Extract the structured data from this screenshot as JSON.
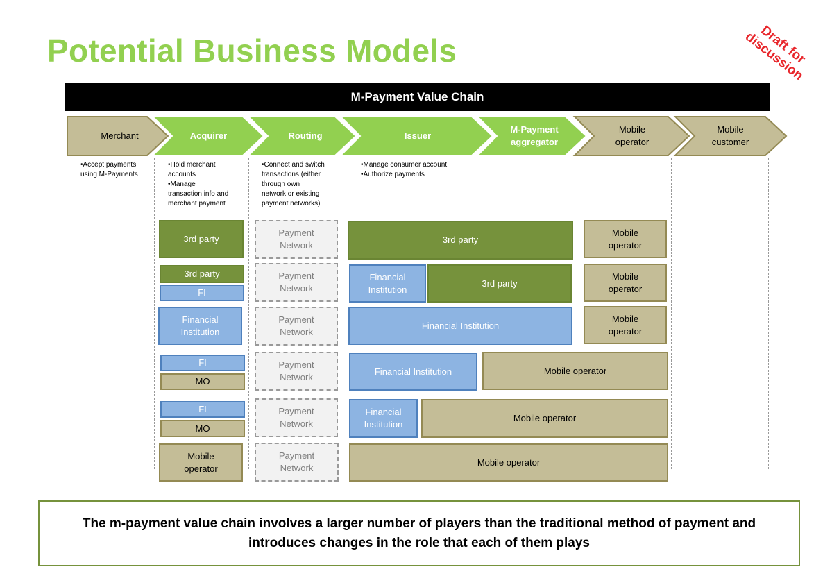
{
  "title": "Potential Business Models",
  "draft_stamp": [
    "Draft for",
    "discussion"
  ],
  "banner": "M-Payment Value Chain",
  "stages": [
    {
      "label": [
        "Merchant"
      ],
      "color": "#C4BD97",
      "text_color": "#000000"
    },
    {
      "label": [
        "Acquirer"
      ],
      "color": "#92D050",
      "text_color": "#ffffff"
    },
    {
      "label": [
        "Routing"
      ],
      "color": "#92D050",
      "text_color": "#ffffff"
    },
    {
      "label": [
        "Issuer"
      ],
      "color": "#92D050",
      "text_color": "#ffffff"
    },
    {
      "label": [
        "M-Payment",
        "aggregator"
      ],
      "color": "#92D050",
      "text_color": "#ffffff"
    },
    {
      "label": [
        "Mobile",
        "operator"
      ],
      "color": "#C4BD97",
      "text_color": "#000000"
    },
    {
      "label": [
        "Mobile",
        "customer"
      ],
      "color": "#C4BD97",
      "text_color": "#000000"
    }
  ],
  "descriptions": {
    "merchant": [
      "•Accept payments",
      "using M-Payments"
    ],
    "acquirer": [
      "•Hold merchant",
      "accounts",
      "•Manage",
      "transaction info and",
      "merchant payment"
    ],
    "routing": [
      "•Connect and switch",
      "transactions (either",
      "through own",
      "network or existing",
      "payment networks)"
    ],
    "issuer": [
      "•Manage consumer account",
      "•Authorize payments"
    ]
  },
  "labels": {
    "third_party": "3rd party",
    "payment_network": [
      "Payment",
      "Network"
    ],
    "financial_institution_2line": [
      "Financial",
      "Institution"
    ],
    "financial_institution": "Financial Institution",
    "fi": "FI",
    "mo": "MO",
    "mobile_operator_2line": [
      "Mobile",
      "operator"
    ],
    "mobile_operator": "Mobile operator"
  },
  "conclusion": "The m-payment value chain involves a larger number of players than the traditional method of payment and introduces changes in the role that each of them plays",
  "colors": {
    "title": "#92D050",
    "third_party": "#76923C",
    "financial_institution": "#8DB4E2",
    "mobile_operator": "#C4BD97",
    "payment_network": "#F2F2F2",
    "draft_stamp": "#E8262B"
  }
}
